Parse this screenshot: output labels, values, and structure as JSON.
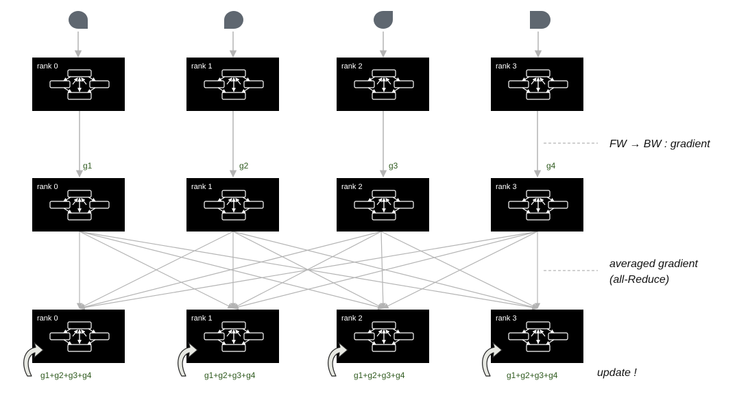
{
  "colors": {
    "box": "#000000",
    "connector": "#b3b3b3",
    "input_shape": "#5f6770",
    "gradient_text": "#2f5a1e",
    "update_arrow": "#e7e8e2",
    "guide_line": "#a0a0a0"
  },
  "rows": {
    "forward": {
      "ranks": [
        "rank 0",
        "rank 1",
        "rank 2",
        "rank 3"
      ]
    },
    "gradient": {
      "ranks": [
        "rank 0",
        "rank 1",
        "rank 2",
        "rank 3"
      ]
    },
    "update": {
      "ranks": [
        "rank 0",
        "rank 1",
        "rank 2",
        "rank 3"
      ]
    }
  },
  "gradients": [
    "g1",
    "g2",
    "g3",
    "g4"
  ],
  "sums": [
    "g1+g2+g3+g4",
    "g1+g2+g3+g4",
    "g1+g2+g3+g4",
    "g1+g2+g3+g4"
  ],
  "annotations": {
    "fw_bw": "FW → BW : gradient",
    "averaged_line1": "averaged gradient",
    "averaged_line2": "(all-Reduce)",
    "update": "update !"
  },
  "icons": {
    "input_shapes": [
      "teardrop-left-icon",
      "teardrop-right-icon",
      "teardrop-top-right-icon",
      "d-shape-icon"
    ],
    "model_graph": "network-graph-icon",
    "update_arrow": "curved-arrow-icon"
  }
}
